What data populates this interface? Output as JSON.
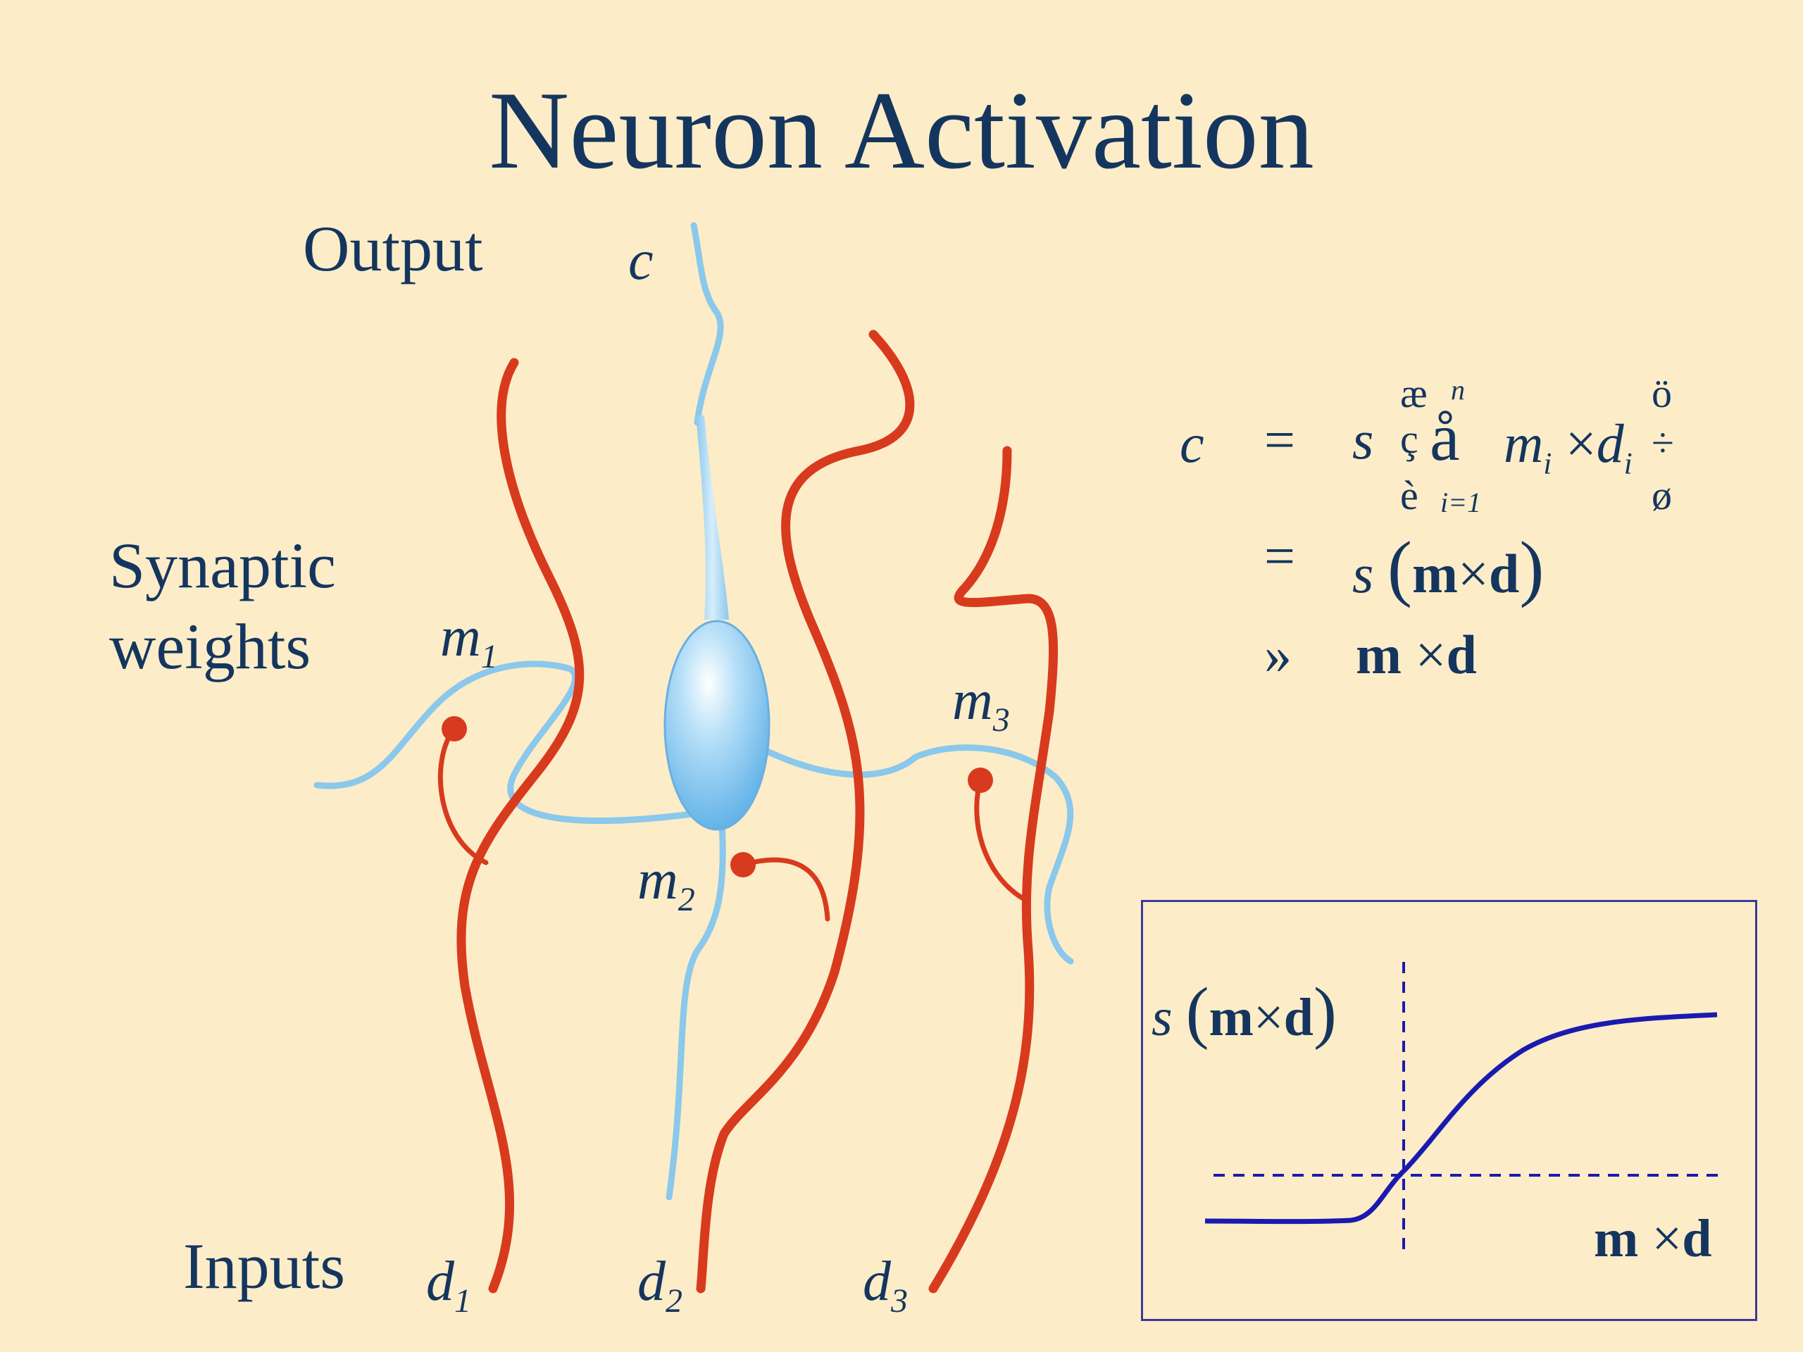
{
  "title": "Neuron Activation",
  "labels": {
    "output": "Output",
    "synaptic_line1": "Synaptic",
    "synaptic_line2": "weights",
    "inputs": "Inputs"
  },
  "variables": {
    "c": "c",
    "m": "m",
    "d": "d",
    "sub1": "1",
    "sub2": "2",
    "sub3": "3"
  },
  "equation": {
    "lhs": "c",
    "equals": "=",
    "approx": "»",
    "sigma": "s",
    "sum_symbol": "å",
    "sum_upper": "n",
    "sum_lower": "i=1",
    "bracket_tl": "æ",
    "bracket_ml": "ç",
    "bracket_bl": "è",
    "bracket_tr": "ö",
    "bracket_mr": "÷",
    "bracket_br": "ø",
    "term_m": "m",
    "term_d": "d",
    "term_i": "i",
    "dot": "×",
    "bold_m": "m",
    "bold_d": "d",
    "open_paren": "(",
    "close_paren": ")"
  },
  "plot": {
    "ylabel_sigma": "s",
    "ylabel_arg_m": "m",
    "ylabel_arg_d": "d",
    "xlabel_m": "m",
    "xlabel_d": "d",
    "dot": "×",
    "open_paren": "(",
    "close_paren": ")"
  },
  "colors": {
    "background": "#fdecc8",
    "text": "#14365e",
    "input_fibers": "#d83a1e",
    "dendrites": "#8ac8ec",
    "soma": "#7ec0ee",
    "curve": "#1a1ab0",
    "plot_border": "#3a3a9a"
  }
}
